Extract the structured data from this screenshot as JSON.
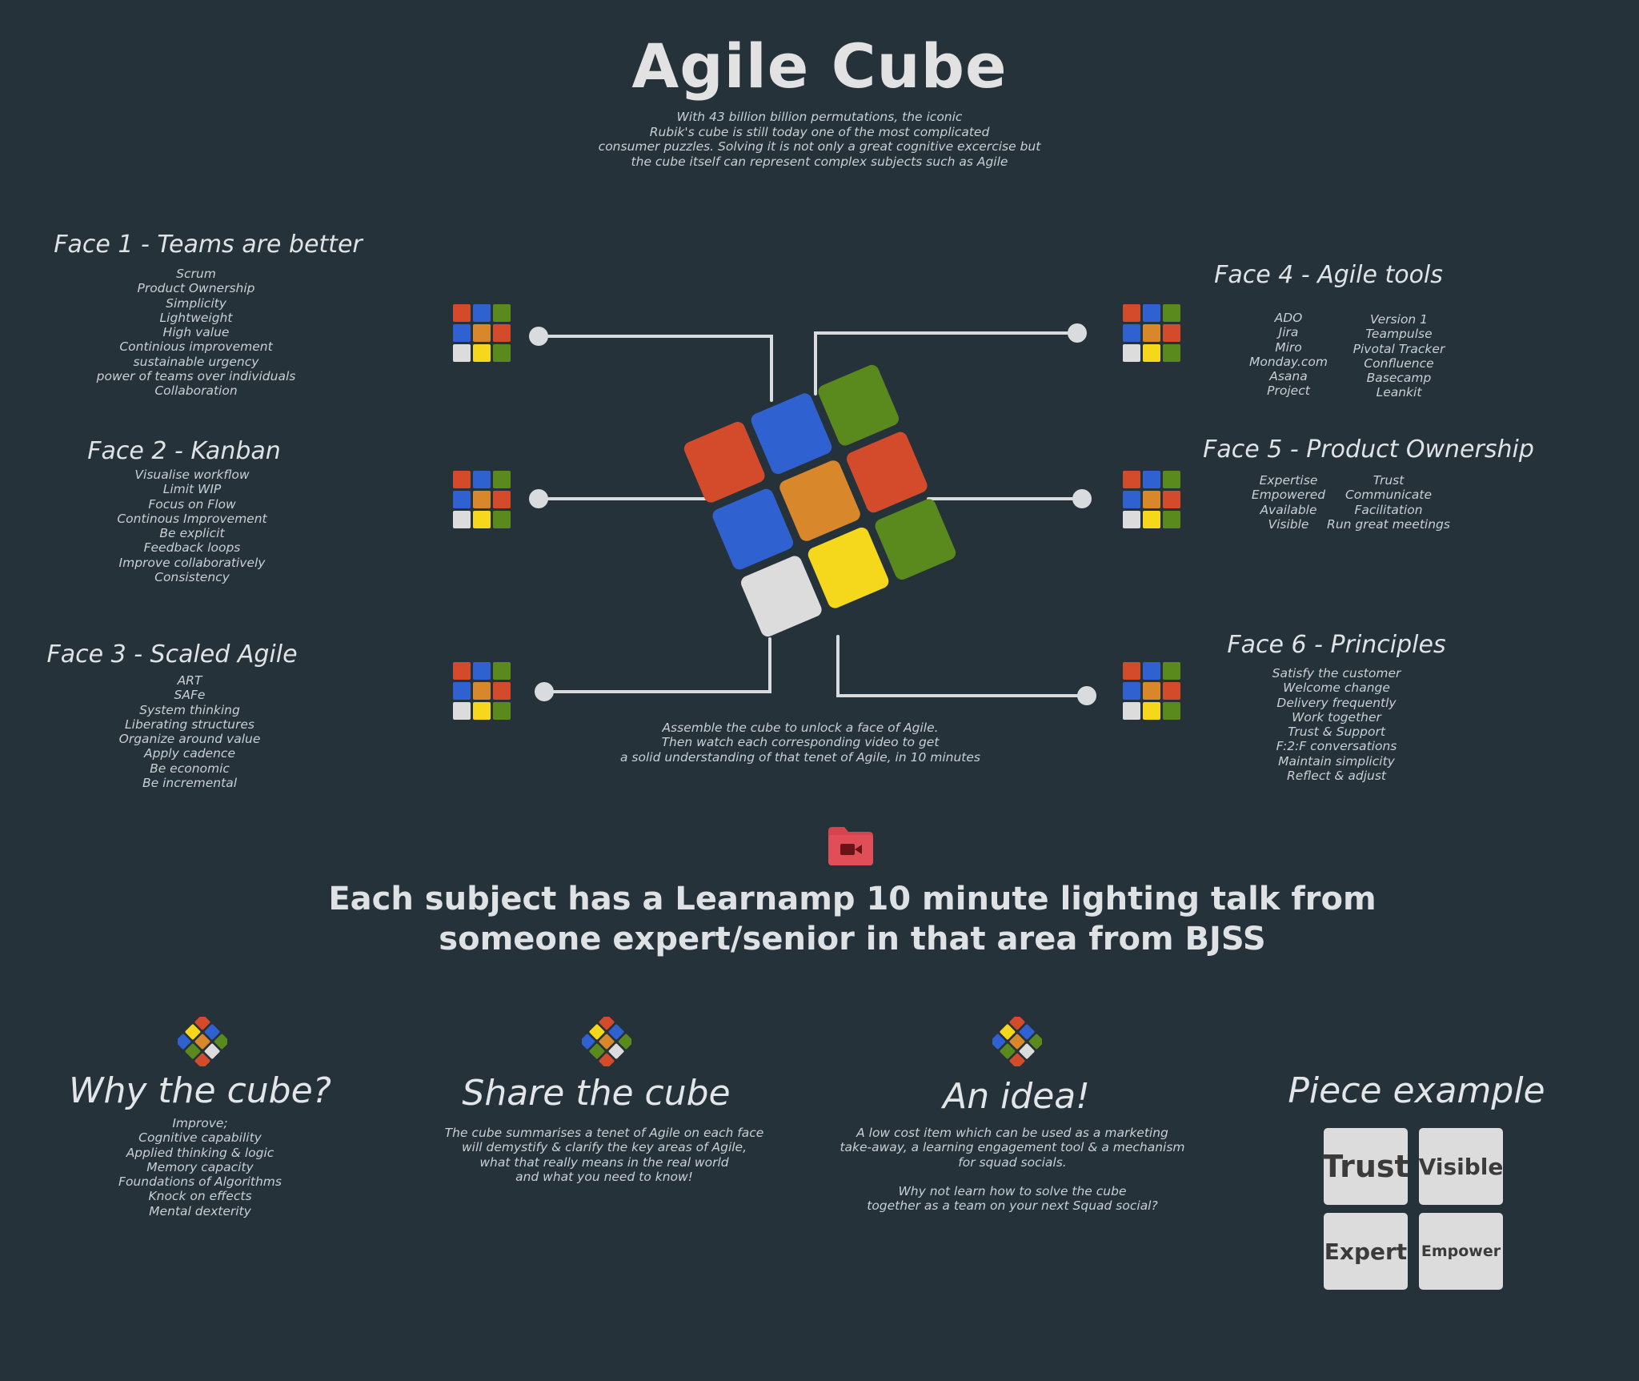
{
  "title": "Agile Cube",
  "intro": [
    "With 43 billion billion permutations, the iconic",
    "Rubik's cube is still today one of the most complicated",
    "consumer puzzles. Solving it is not only a great cognitive excercise but",
    "the cube itself can represent complex subjects such as Agile"
  ],
  "faces": {
    "f1": {
      "title": "Face 1 - Teams are better",
      "items": [
        "Scrum",
        "Product Ownership",
        "Simplicity",
        "Lightweight",
        "High value",
        "Continious improvement",
        "sustainable urgency",
        "power of teams over individuals",
        "Collaboration"
      ]
    },
    "f2": {
      "title": "Face 2 - Kanban",
      "items": [
        "Visualise workflow",
        "Limit WIP",
        "Focus on Flow",
        "Continous Improvement",
        "Be explicit",
        "Feedback loops",
        "Improve collaboratively",
        "Consistency"
      ]
    },
    "f3": {
      "title": "Face 3 - Scaled Agile",
      "items": [
        "ART",
        "SAFe",
        "System thinking",
        "Liberating structures",
        "Organize around value",
        "Apply cadence",
        "Be economic",
        "Be incremental"
      ]
    },
    "f4": {
      "title": "Face 4 - Agile tools",
      "col1": [
        "ADO",
        "Jira",
        "Miro",
        "Monday.com",
        "Asana",
        "Project"
      ],
      "col2": [
        "Version 1",
        "Teampulse",
        "Pivotal Tracker",
        "Confluence",
        "Basecamp",
        "Leankit"
      ]
    },
    "f5": {
      "title": "Face 5 - Product Ownership",
      "col1": [
        "Expertise",
        "Empowered",
        "Available",
        "Visible"
      ],
      "col2": [
        "Trust",
        "Communicate",
        "Facilitation",
        "Run great meetings"
      ]
    },
    "f6": {
      "title": "Face 6 - Principles",
      "items": [
        "Satisfy the customer",
        "Welcome change",
        "Delivery frequently",
        "Work together",
        "Trust & Support",
        "F:2:F conversations",
        "Maintain simplicity",
        "Reflect & adjust"
      ]
    }
  },
  "assemble_note": [
    "Assemble the cube to unlock a face of Agile.",
    "Then watch each corresponding video to get",
    "a solid understanding of that tenet of Agile, in 10 minutes"
  ],
  "icon": "video-folder-icon",
  "headline": [
    "Each subject has a Learnamp 10 minute lighting talk from",
    "someone expert/senior in that area from BJSS"
  ],
  "why": {
    "title": "Why the cube?",
    "items": [
      "Improve;",
      "Cognitive capability",
      "Applied thinking & logic",
      "Memory capacity",
      "Foundations of Algorithms",
      "Knock on effects",
      "Mental dexterity"
    ]
  },
  "share": {
    "title": "Share the cube",
    "items": [
      "The cube summarises a tenet of Agile on each face",
      "will demystify & clarify the key areas of Agile,",
      "what that really means in the real world",
      "and what you need to know!"
    ]
  },
  "idea": {
    "title": "An idea!",
    "items": [
      "A low cost item which can be used as a marketing",
      "take-away, a learning engagement tool & a mechanism",
      "for squad socials.",
      "",
      "Why not learn how to solve the cube",
      "together as a team on your next Squad social?"
    ]
  },
  "piece": {
    "title": "Piece example",
    "tiles": [
      "Trust",
      "Visible",
      "Expert",
      "Empower"
    ]
  },
  "colors": {
    "background": "#263239",
    "red": "#d44b2c",
    "blue": "#2f62d0",
    "green": "#5a8a1e",
    "orange": "#d8882a",
    "yellow": "#f5d71c",
    "white": "#dcdcdc",
    "connector": "#d9dcde"
  }
}
